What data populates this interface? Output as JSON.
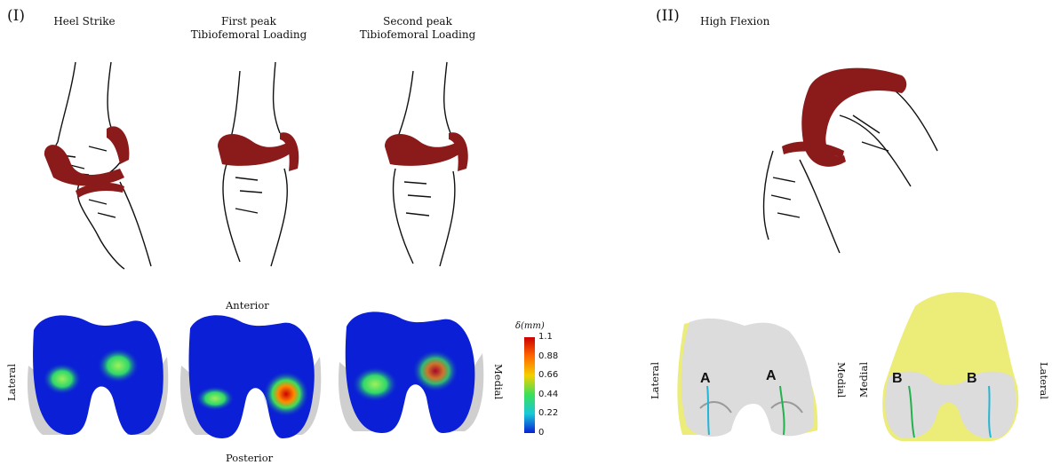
{
  "panel_I": {
    "label": "(I)",
    "phases": [
      {
        "line1": "Heel Strike",
        "line2": ""
      },
      {
        "line1": "First peak",
        "line2": "Tibiofemoral Loading"
      },
      {
        "line1": "Second peak",
        "line2": "Tibiofemoral Loading"
      }
    ],
    "anterior": "Anterior",
    "posterior": "Posterior",
    "lateral": "Lateral",
    "medial": "Medial",
    "colorbar": {
      "title": "δ(mm)",
      "ticks": [
        "1.1",
        "0.88",
        "0.66",
        "0.44",
        "0.22",
        "0"
      ],
      "colors": [
        "#cc0000",
        "#ff6a00",
        "#f4d000",
        "#3be05a",
        "#18c8d8",
        "#0a1fd6"
      ]
    }
  },
  "panel_II": {
    "label": "(II)",
    "title": "High Flexion",
    "left_view": {
      "side_left": "Lateral",
      "side_right": "Medial",
      "marker": "A"
    },
    "right_view": {
      "side_left": "Medial",
      "side_right": "Lateral",
      "marker": "B"
    },
    "trace_colors": {
      "green": "#22b14c",
      "cyan": "#21b6d6"
    }
  },
  "colors": {
    "cartilage": "#8b1a1a",
    "bone_surface": "#dcdcdc",
    "femur_yellow": "#ecec78",
    "heat_blue": "#0a1fd6"
  }
}
